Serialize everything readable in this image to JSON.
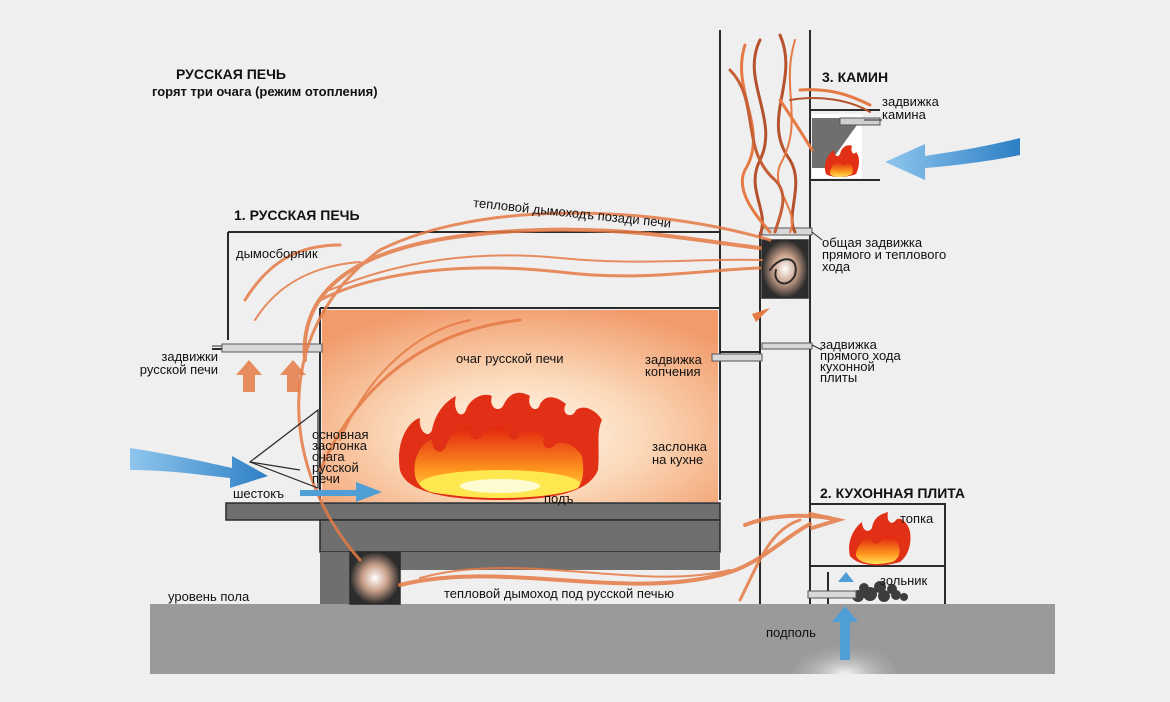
{
  "title": {
    "line1": "РУССКАЯ ПЕЧЬ",
    "line2": "горят три очага (режим отопления)"
  },
  "sections": {
    "russian_stove": "1. РУССКАЯ ПЕЧЬ",
    "kitchen_stove": "2. КУХОННАЯ ПЛИТА",
    "fireplace": "3. КАМИН"
  },
  "labels": {
    "smoke_collector": "дымосборник",
    "stove_dampers": "задвижки\nрусской печи",
    "main_damper": "основная\nзаслонка\nочага\nрусской\nпечи",
    "shestok": "шестокъ",
    "hearth": "очаг русской печи",
    "pod": "подъ",
    "smoking_damper": "задвижка\nкопчения",
    "kitchen_damper": "заслонка\nна кухне",
    "floor_level": "уровень пола",
    "flue_under": "тепловой дымоход под русской печью",
    "flue_behind": "тепловой дымоходъ позади печи",
    "fireplace_damper": "задвижка\nкамина",
    "common_damper": "общая задвижка\nпрямого и теплового\nхода",
    "direct_damper": "задвижка\nпрямого хода\nкухонной\nплиты",
    "firebox": "топка",
    "ash_pit": "зольник",
    "underfloor": "подполь"
  },
  "colors": {
    "background": "#efefef",
    "wall_line": "#2a2a2a",
    "stone": "#6f6f6f",
    "ground": "#9a9a9a",
    "smoke": "#e57a45",
    "smoke_dark": "#b5522d",
    "cold_air": "#4f9ed6",
    "fire_red": "#e23016",
    "fire_yellow": "#ffd23a"
  }
}
